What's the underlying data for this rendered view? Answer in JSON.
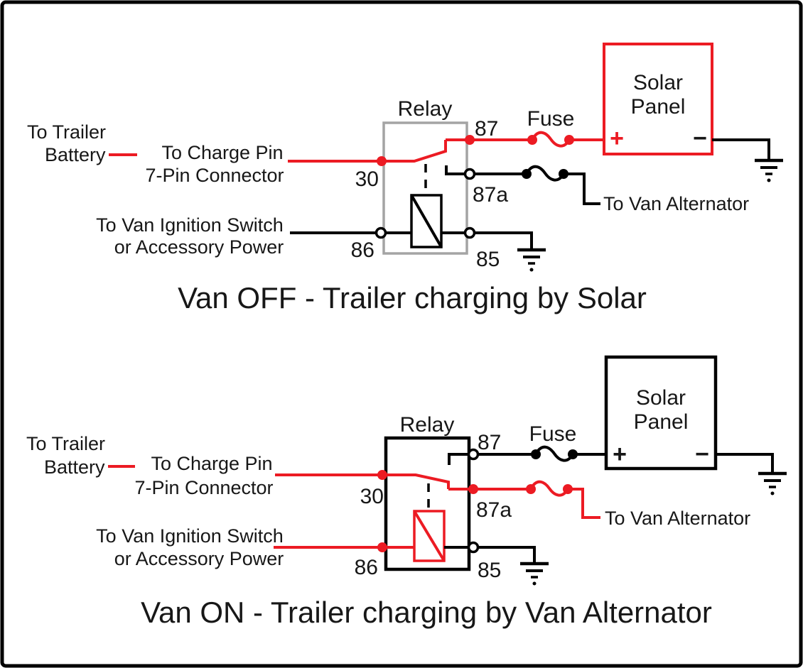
{
  "colors": {
    "active_wire_red": "#ec1b23",
    "neutral_wire_black": "#000000",
    "relay_outline_gray_top": "#a4a4a4",
    "background": "#ffffff"
  },
  "diagram_top": {
    "title": "Van OFF - Trailer charging by Solar",
    "labels": {
      "trailer_line1": "To Trailer",
      "trailer_line2": "Battery",
      "charge_line1": "To Charge Pin",
      "charge_line2": "7-Pin Connector",
      "ignition_line1": "To Van Ignition Switch",
      "ignition_line2": "or Accessory Power",
      "alternator": "To Van Alternator",
      "relay": "Relay",
      "fuse": "Fuse",
      "solar_line1": "Solar",
      "solar_line2": "Panel",
      "plus": "+",
      "minus": "−",
      "t30": "30",
      "t85": "85",
      "t86": "86",
      "t87": "87",
      "t87a": "87a"
    }
  },
  "diagram_bottom": {
    "title": "Van ON - Trailer charging by Van Alternator",
    "labels": {
      "trailer_line1": "To Trailer",
      "trailer_line2": "Battery",
      "charge_line1": "To Charge Pin",
      "charge_line2": "7-Pin Connector",
      "ignition_line1": "To Van Ignition Switch",
      "ignition_line2": "or Accessory Power",
      "alternator": "To Van Alternator",
      "relay": "Relay",
      "fuse": "Fuse",
      "solar_line1": "Solar",
      "solar_line2": "Panel",
      "plus": "+",
      "minus": "−",
      "t30": "30",
      "t85": "85",
      "t86": "86",
      "t87": "87",
      "t87a": "87a"
    }
  }
}
